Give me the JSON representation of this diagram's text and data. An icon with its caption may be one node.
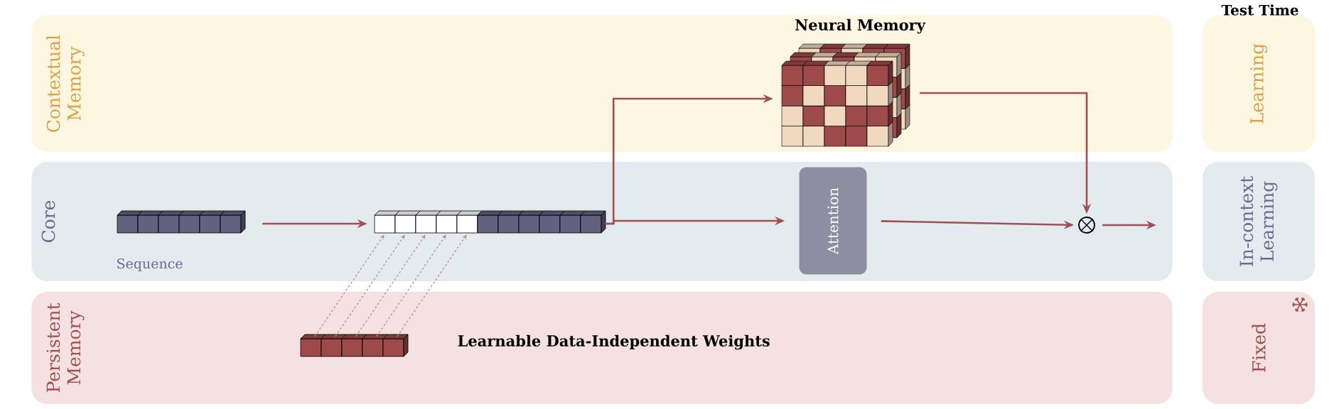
{
  "diagram": {
    "nodes": [
      {
        "text": [
          "Contextual Memory"
        ]
      },
      {
        "text": [
          "Core"
        ]
      },
      {
        "text": [
          "Persistent Memory"
        ]
      },
      {
        "text": [
          "Learning"
        ]
      },
      {
        "text": [
          "In-context Learning"
        ]
      },
      {
        "text": [
          "Fixed"
        ]
      },
      {
        "text": [],
        "shape": "bar",
        "in": 1,
        "beside": [
          "Sequence"
        ]
      },
      {
        "text": [],
        "shape": "bar",
        "in": 1
      },
      {
        "text": [],
        "shape": "bar",
        "in": 2,
        "beside": [
          "Learnable Data-Independent Weights"
        ]
      },
      {
        "text": [
          "Neural Memory"
        ],
        "in": 0
      },
      {
        "text": [
          "Attention"
        ],
        "in": 1
      },
      {
        "text": [],
        "shape": "circle",
        "in": 1
      }
    ],
    "edges": [
      {
        "from": 6,
        "to": 7,
        "arrow": "to"
      },
      {
        "from": 7,
        "to": 9,
        "arrow": "to"
      },
      {
        "from": 7,
        "to": 10,
        "arrow": "to"
      },
      {
        "from": 9,
        "to": 11,
        "arrow": "to"
      },
      {
        "from": 10,
        "to": 11,
        "arrow": "to"
      },
      {
        "from": 11,
        "to": null,
        "arrow": "to"
      },
      {
        "from": 8,
        "to": 7,
        "arrow": "to",
        "style": "dashed",
        "color": "#c48b8b"
      },
      {
        "from": 8,
        "to": 7,
        "arrow": "to",
        "style": "dashed",
        "color": "#c48b8b"
      },
      {
        "from": 8,
        "to": 7,
        "arrow": "to",
        "style": "dashed",
        "color": "#c48b8b"
      },
      {
        "from": 8,
        "to": 7,
        "arrow": "to",
        "style": "dashed",
        "color": "#c48b8b"
      },
      {
        "from": 8,
        "to": 7,
        "arrow": "to",
        "style": "dashed",
        "color": "#c48b8b"
      }
    ],
    "labels": [
      "Test Time"
    ]
  }
}
